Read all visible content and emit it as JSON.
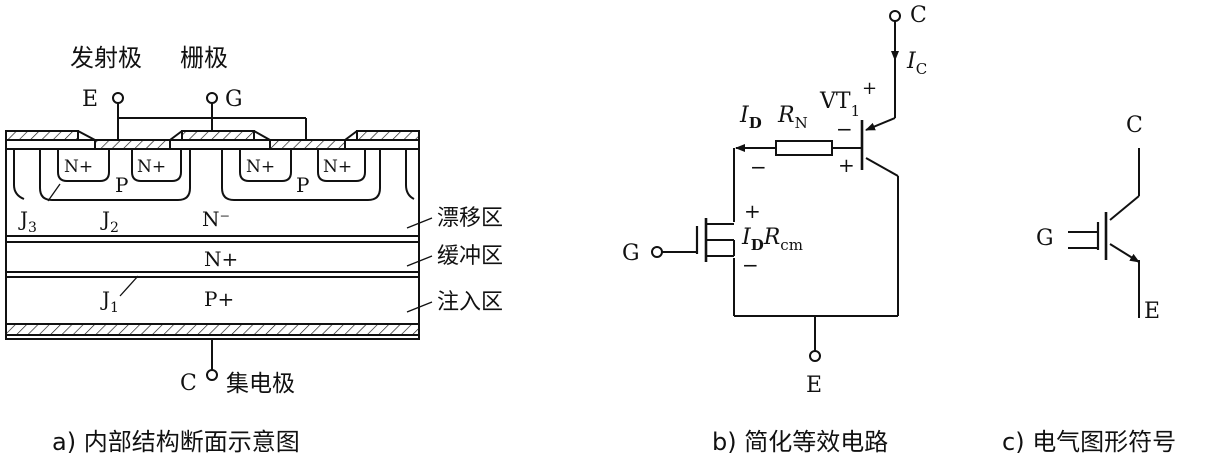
{
  "section_a": {
    "label_emitter": "发射极",
    "label_gate": "栅极",
    "terminal_e": "E",
    "terminal_g": "G",
    "terminal_c": "C",
    "label_collector": "集电极",
    "region_n_plus_1": "N+",
    "region_n_plus_2": "N+",
    "region_n_plus_3": "N+",
    "region_n_plus_4": "N+",
    "region_p_1": "P",
    "region_p_2": "P",
    "region_n_minus": "N⁻",
    "region_n_plus_buffer": "N+",
    "region_p_plus": "P+",
    "junction_j3": "J",
    "junction_j3_sub": "3",
    "junction_j2": "J",
    "junction_j2_sub": "2",
    "junction_j1": "J",
    "junction_j1_sub": "1",
    "label_drift": "漂移区",
    "label_buffer": "缓冲区",
    "label_inject": "注入区",
    "caption": "a) 内部结构断面示意图"
  },
  "section_b": {
    "terminal_c": "C",
    "current_ic": "I",
    "current_ic_sub": "C",
    "current_id": "I",
    "current_id_sub": "D",
    "resistor_rn": "R",
    "resistor_rn_sub": "N",
    "transistor_vt": "VT",
    "transistor_vt_sub": "1",
    "plus_top": "+",
    "minus_top": "−",
    "minus_left": "−",
    "plus_right": "+",
    "plus_mid": "+",
    "vdrop_id": "I",
    "vdrop_id_sub": "D",
    "vdrop_r": "R",
    "vdrop_r_sub": "cm",
    "minus_mid": "−",
    "terminal_g": "G",
    "terminal_e": "E",
    "caption": "b) 简化等效电路"
  },
  "section_c": {
    "terminal_c": "C",
    "terminal_g": "G",
    "terminal_e": "E",
    "caption": "c) 电气图形符号"
  }
}
